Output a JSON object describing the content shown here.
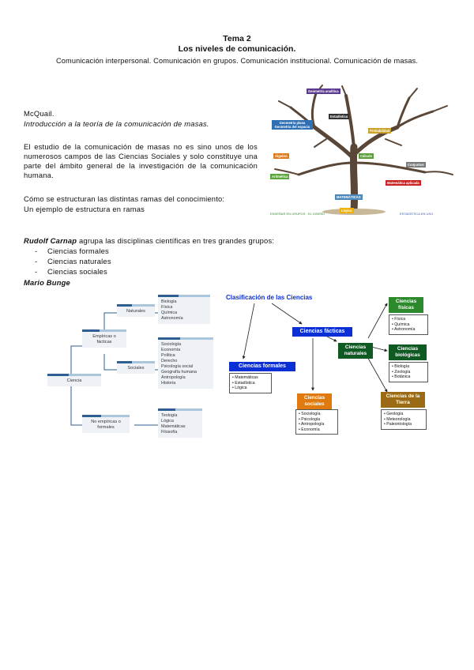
{
  "header": {
    "tema": "Tema 2",
    "title": "Los niveles de comunicación.",
    "subtitle": "Comunicación interpersonal. Comunicación en grupos. Comunicación institucional. Comunicación de masas."
  },
  "intro": {
    "author": "McQuail.",
    "book": "Introducción a la teoría de la comunicación de masas.",
    "paragraph": "El estudio de la comunicación de masas no es sino unos de los numerosos campos de las Ciencias Sociales y solo constituye una parte del ámbito general de la investigación de la comunicación humana.",
    "question": "Cómo se estructuran las distintas ramas del conocimiento:",
    "example": "Un ejemplo de estructura en ramas"
  },
  "tree": {
    "labels": [
      "Geometría analítica",
      "Geometría plana Geometría del espacio",
      "Estadística",
      "Probabilidad",
      "Álgebra",
      "Cálculo",
      "Conjuntos",
      "Aritmética",
      "Matemática aplicada",
      "MATEMÁTICAS",
      "Lógica"
    ],
    "footer_left": "ENSEÑAR EN GRUPOS · EL DISEÑO",
    "footer_right": "ESTADÍSTICA EN USO",
    "colors": [
      "#5a3a8e",
      "#2f6fb4",
      "#333333",
      "#c9a227",
      "#e07a1f",
      "#5a9c3a",
      "#7a7a7a",
      "#5aa63a",
      "#cc2222",
      "#4a86b8",
      "#f0b000"
    ]
  },
  "carnap": {
    "name": "Rudolf Carnap",
    "sentence": " agrupa las disciplinas científicas en tres grandes grupos:",
    "items": [
      "Ciencias formales",
      "Ciencias naturales",
      "Ciencias sociales"
    ],
    "bunge": "Mario Bunge"
  },
  "bunge_diagram": {
    "root": "Ciencia",
    "empiricas": "Empíricas o fácticas",
    "no_empiricas": "No empíricas o formales",
    "naturales": "Naturales",
    "sociales": "Sociales",
    "naturales_list": [
      "Biología",
      "Física",
      "Química",
      "Astronomía"
    ],
    "sociales_list": [
      "Sociología",
      "Economía",
      "Política",
      "Derecho",
      "Psicología social",
      "Geografía humana",
      "Antropología",
      "Historia"
    ],
    "formales_list": [
      "Teología",
      "Lógica",
      "Matemáticas",
      "Filosofía"
    ]
  },
  "clasificacion": {
    "title": "Clasificación de las Ciencias",
    "facticas": "Ciencias fácticas",
    "formales": "Ciencias formales",
    "formales_list": [
      "• Matemáticas",
      "• Estadística",
      "• Lógica"
    ],
    "naturales": "Ciencias naturales",
    "sociales": "Ciencias sociales",
    "sociales_list": [
      "• Sociología",
      "• Psicología",
      "• Antropología",
      "• Economía"
    ],
    "fisicas": "Ciencias físicas",
    "fisicas_list": [
      "• Física",
      "• Química",
      "• Astronomía"
    ],
    "biologicas": "Ciencias biológicas",
    "biologicas_list": [
      "• Biología",
      "• Zoología",
      "• Botánica"
    ],
    "tierra": "Ciencias de la Tierra",
    "tierra_list": [
      "• Geología",
      "• Meteorología",
      "• Paleontología"
    ],
    "colors": {
      "blue": "#0a2fd4",
      "green": "#2c8a2c",
      "darkgreen": "#0f5a23",
      "orange": "#e07a0f",
      "brown": "#9a6a14"
    }
  }
}
